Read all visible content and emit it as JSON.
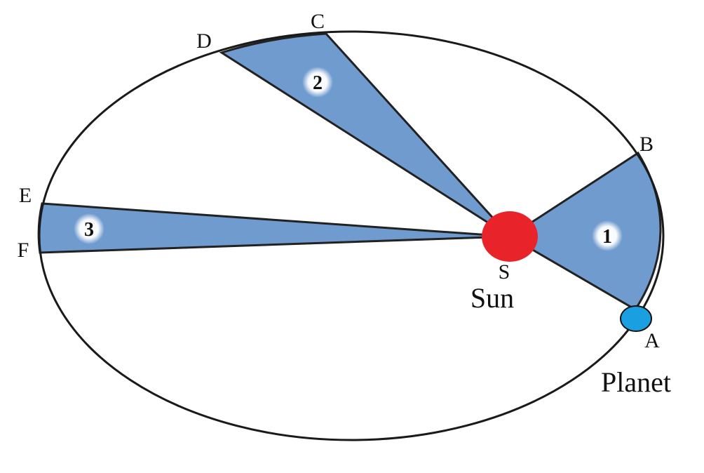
{
  "diagram": {
    "points": {
      "A": "A",
      "B": "B",
      "C": "C",
      "D": "D",
      "E": "E",
      "F": "F",
      "S": "S"
    },
    "sun_label": "Sun",
    "planet_label": "Planet",
    "sectors": [
      "1",
      "2",
      "3"
    ],
    "colors": {
      "sector": "#6f9bcf",
      "sun": "#e8242a",
      "planet": "#1aa0e0",
      "orbit": "#1a1a1a"
    }
  }
}
